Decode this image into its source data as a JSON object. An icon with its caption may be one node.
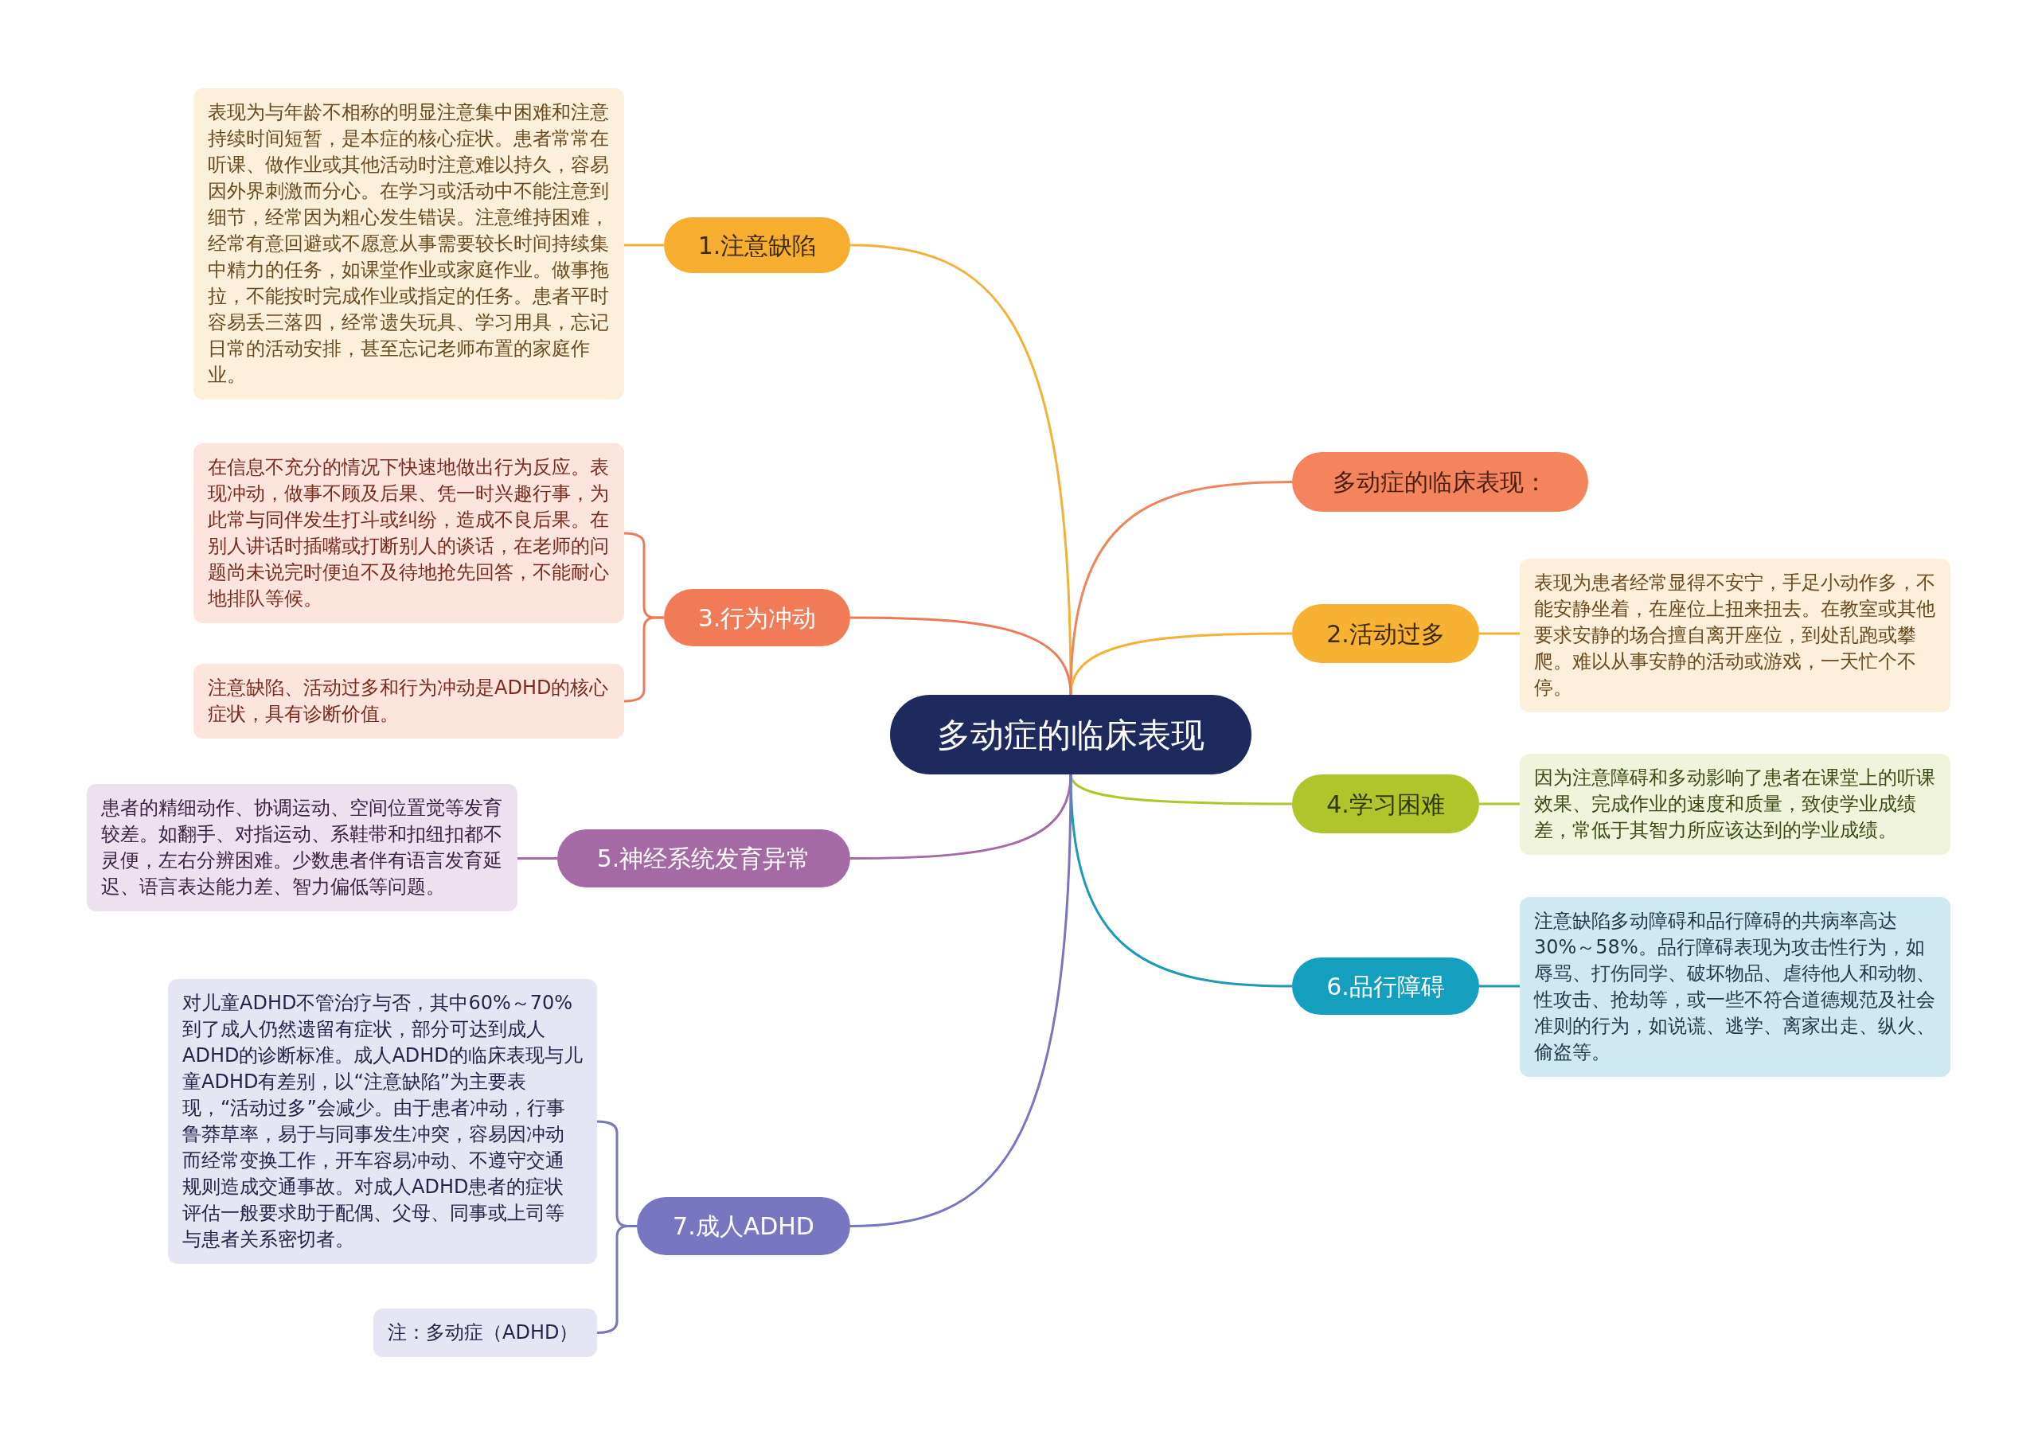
{
  "diagram": {
    "nodes": [
      {
        "text": [
          "多动症的临床表现"
        ]
      },
      {
        "text": [
          "1.注意缺陷"
        ]
      },
      {
        "text": [
          "表现为与年龄不相称的明显注意集中困难和注意持续时间短暂，是本症的核心症状。患者常常在听课、做作业或其他活动时注意难以持久，容易因外界刺激而分心。在学习或活动中不能注意到细节，经常因为粗心发生错误。注意维持困难，经常有意回避或不愿意从事需要较长时间持续集中精力的任务，如课堂作业或家庭作业。做事拖拉，不能按时完成作业或指定的任务。患者平时容易丢三落四，经常遗失玩具、学习用具，忘记日常的活动安排，甚至忘记老师布置的家庭作业。"
        ]
      },
      {
        "text": [
          "多动症的临床表现："
        ]
      },
      {
        "text": [
          "2.活动过多"
        ]
      },
      {
        "text": [
          "表现为患者经常显得不安宁，手足小动作多，不能安静坐着，在座位上扭来扭去。在教室或其他要求安静的场合擅自离开座位，到处乱跑或攀爬。难以从事安静的活动或游戏，一天忙个不停。"
        ]
      },
      {
        "text": [
          "3.行为冲动"
        ]
      },
      {
        "text": [
          "在信息不充分的情况下快速地做出行为反应。表现冲动，做事不顾及后果、凭一时兴趣行事，为此常与同伴发生打斗或纠纷，造成不良后果。在别人讲话时插嘴或打断别人的谈话，在老师的问题尚未说完时便迫不及待地抢先回答，不能耐心地排队等候。"
        ]
      },
      {
        "text": [
          "注意缺陷、活动过多和行为冲动是ADHD的核心症状，具有诊断价值。"
        ]
      },
      {
        "text": [
          "4.学习困难"
        ]
      },
      {
        "text": [
          "因为注意障碍和多动影响了患者在课堂上的听课效果、完成作业的速度和质量，致使学业成绩差，常低于其智力所应该达到的学业成绩。"
        ]
      },
      {
        "text": [
          "5.神经系统发育异常"
        ]
      },
      {
        "text": [
          "患者的精细动作、协调运动、空间位置觉等发育较差。如翻手、对指运动、系鞋带和扣纽扣都不灵便，左右分辨困难。少数患者伴有语言发育延迟、语言表达能力差、智力偏低等问题。"
        ]
      },
      {
        "text": [
          "6.品行障碍"
        ]
      },
      {
        "text": [
          "注意缺陷多动障碍和品行障碍的共病率高达30%～58%。品行障碍表现为攻击性行为，如辱骂、打伤同学、破坏物品、虐待他人和动物、性攻击、抢劫等，或一些不符合道德规范及社会准则的行为，如说谎、逃学、离家出走、纵火、偷盗等。"
        ]
      },
      {
        "text": [
          "7.成人ADHD"
        ]
      },
      {
        "text": [
          "对儿童ADHD不管治疗与否，其中60%～70%到了成人仍然遗留有症状，部分可达到成人ADHD的诊断标准。成人ADHD的临床表现与儿童ADHD有差别，以“注意缺陷”为主要表现，“活动过多”会减少。由于患者冲动，行事鲁莽草率，易于与同事发生冲突，容易因冲动而经常变换工作，开车容易冲动、不遵守交通规则造成交通事故。对成人ADHD患者的症状评估一般要求助于配偶、父母、同事或上司等与患者关系密切者。"
        ]
      },
      {
        "text": [
          "注：多动症（ADHD）"
        ]
      }
    ],
    "edges": [
      {
        "from": 0,
        "to": 1,
        "arrow": "none",
        "color": "#f5b133"
      },
      {
        "from": 1,
        "to": 2,
        "arrow": "none",
        "color": "#f5b133"
      },
      {
        "from": 0,
        "to": 3,
        "arrow": "none",
        "color": "#f0845a"
      },
      {
        "from": 0,
        "to": 4,
        "arrow": "none",
        "color": "#f5b133"
      },
      {
        "from": 4,
        "to": 5,
        "arrow": "none",
        "color": "#f5b133"
      },
      {
        "from": 0,
        "to": 6,
        "arrow": "none",
        "color": "#ec7b5a"
      },
      {
        "from": 6,
        "to": 7,
        "arrow": "none",
        "color": "#ec7b5a"
      },
      {
        "from": 6,
        "to": 8,
        "arrow": "none",
        "color": "#ec7b5a"
      },
      {
        "from": 0,
        "to": 9,
        "arrow": "none",
        "color": "#b2c62c"
      },
      {
        "from": 9,
        "to": 10,
        "arrow": "none",
        "color": "#b2c62c"
      },
      {
        "from": 0,
        "to": 11,
        "arrow": "none",
        "color": "#a56aa6"
      },
      {
        "from": 11,
        "to": 12,
        "arrow": "none",
        "color": "#a56aa6"
      },
      {
        "from": 0,
        "to": 13,
        "arrow": "none",
        "color": "#1a9bb8"
      },
      {
        "from": 13,
        "to": 14,
        "arrow": "none",
        "color": "#1a9bb8"
      },
      {
        "from": 0,
        "to": 15,
        "arrow": "none",
        "color": "#7876c0"
      },
      {
        "from": 15,
        "to": 16,
        "arrow": "none",
        "color": "#7876c0"
      },
      {
        "from": 15,
        "to": 17,
        "arrow": "none",
        "color": "#7876c0"
      }
    ]
  }
}
